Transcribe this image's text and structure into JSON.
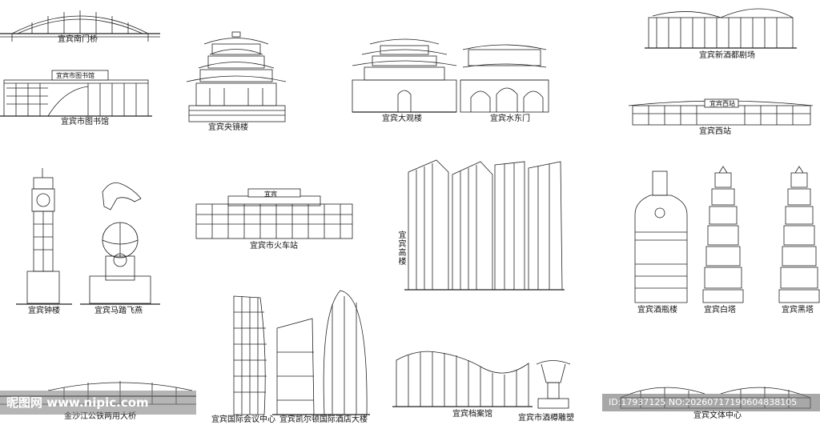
{
  "labels": {
    "nanmen_bridge": "宜宾南门桥",
    "library": "宜宾市图书馆",
    "library_sign": "宜宾市图书馆",
    "yangjing_tower": "宜宾央镜楼",
    "daguan_tower": "宜宾大观楼",
    "shuidong_gate": "宜宾水东门",
    "theatre": "宜宾新酒都剧场",
    "west_station": "宜宾西站",
    "west_station_sign": "宜宾西站",
    "train_station": "宜宾市火车站",
    "train_station_sign": "宜宾",
    "high_rise": "宜宾高楼",
    "bell_tower": "宜宾钟楼",
    "horse_statue": "宜宾马踏飞燕",
    "wine_bottle_tower": "宜宾酒瓶楼",
    "white_pagoda": "宜宾白塔",
    "black_pagoda": "宜宾黑塔",
    "jinsha_bridge": "金沙江公铁两用大桥",
    "conference_center": "宜宾国际会议中心",
    "kempinski_hotel": "宜宾凯尔顿国际酒店大楼",
    "archives": "宜宾档案馆",
    "wine_vessel": "宜宾市酒樽雕塑",
    "culture_center": "宜宾文体中心"
  },
  "watermarks": {
    "site": "昵图网 www.nipic.com",
    "id": "ID:17937125 NO:20260717190604838105"
  }
}
